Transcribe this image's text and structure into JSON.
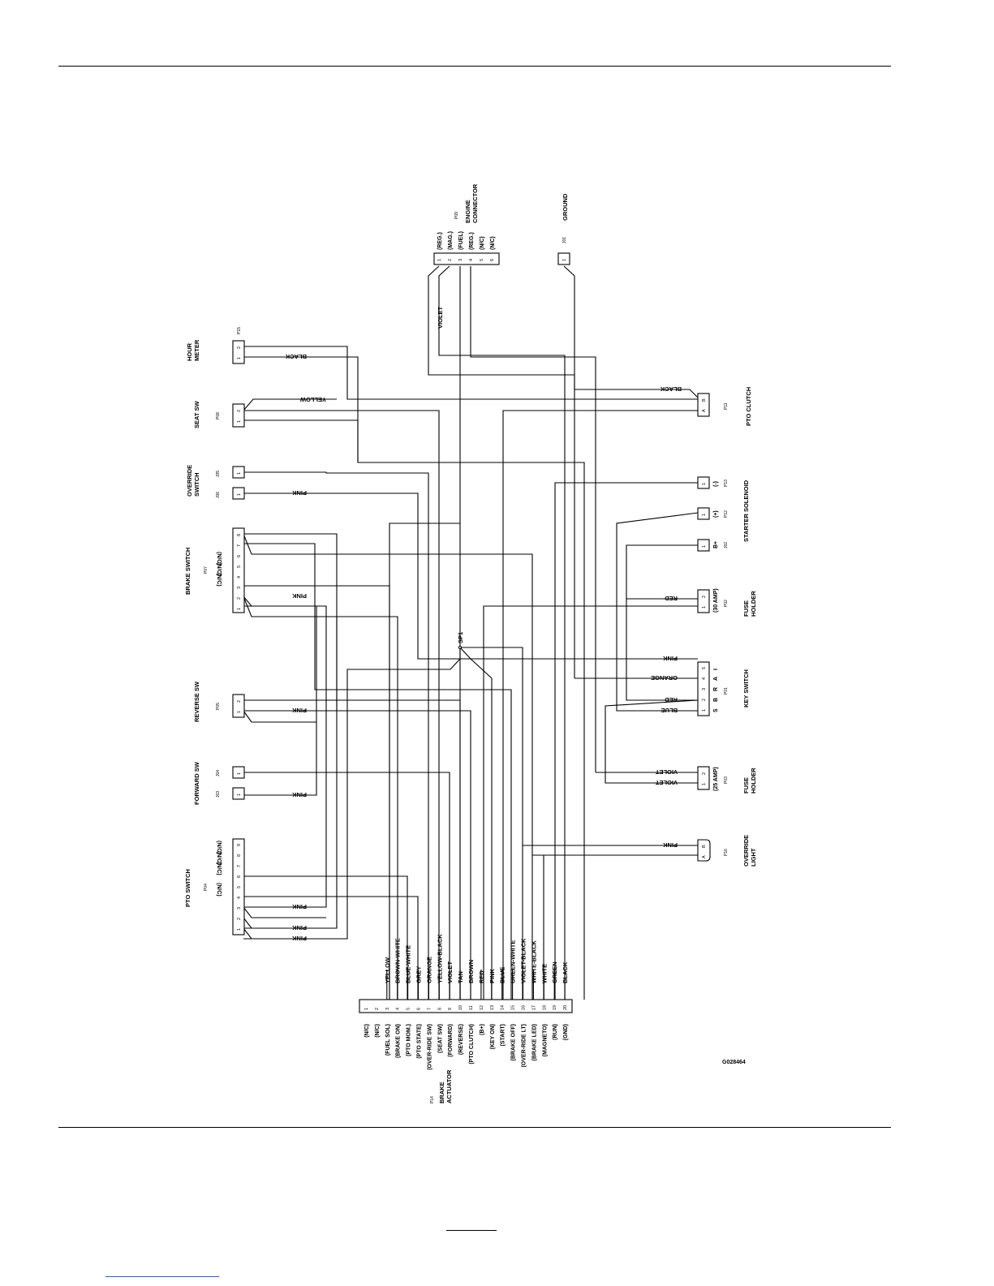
{
  "figure_id": "G028464",
  "splice": "SP1",
  "connectors": {
    "engine": {
      "ref": "P09",
      "title": [
        "ENGINE",
        "CONNECTOR"
      ],
      "pins": [
        "1",
        "2",
        "3",
        "4",
        "5",
        "6"
      ],
      "pin_labels": [
        "(REG.)",
        "(MAG.)",
        "(FUEL)",
        "(REG.)",
        "(N/C)",
        "(N/C)"
      ]
    },
    "ground": {
      "ref": "J01",
      "title": [
        "GROUND"
      ],
      "pins": [
        "1"
      ]
    },
    "hour_meter": {
      "ref": "P15",
      "title": [
        "HOUR",
        "METER"
      ],
      "pins": [
        "1",
        "2"
      ]
    },
    "seat_sw": {
      "ref": "P08",
      "title": [
        "SEAT SW"
      ],
      "pins": [
        "1",
        "2"
      ]
    },
    "override_switch": {
      "title": [
        "OVERRIDE",
        "SWITCH"
      ],
      "refs": [
        "J05",
        "J06"
      ],
      "pins": [
        "1",
        "1"
      ]
    },
    "brake_switch": {
      "ref": "P07",
      "title": [
        "BRAKE SWITCH"
      ],
      "pins": [
        "1",
        "2",
        "3",
        "4",
        "5",
        "6",
        "7",
        "8"
      ],
      "pin_labels": [
        "(N/C)",
        "(N/C)",
        "(N/C)"
      ]
    },
    "reverse_sw": {
      "ref": "P05",
      "title": [
        "REVERSE SW"
      ],
      "pins": [
        "1",
        "2"
      ]
    },
    "forward_sw": {
      "title": [
        "FORWARD SW"
      ],
      "refs": [
        "J04",
        "J03"
      ],
      "pins": [
        "1",
        "1"
      ]
    },
    "pto_switch": {
      "ref": "P04",
      "title": [
        "PTO SWITCH"
      ],
      "pins": [
        "1",
        "2",
        "3",
        "4",
        "5",
        "6",
        "7",
        "8",
        "9"
      ],
      "pin_labels": [
        "(N/C)",
        "(N/C)",
        "(N/C)",
        "(N/C)"
      ]
    },
    "pto_clutch": {
      "ref": "P11",
      "title": [
        "PTO CLUTCH"
      ],
      "pins": [
        "A",
        "B"
      ]
    },
    "starter_solenoid": {
      "title": [
        "STARTER SOLENOID"
      ],
      "refs": [
        "P13",
        "P12",
        "J02"
      ],
      "pins": [
        "1",
        "1",
        "1"
      ],
      "pin_labels": [
        "(-)",
        "(+)",
        "B+"
      ]
    },
    "fuse_holder_30": {
      "ref": "P02",
      "title": [
        "FUSE",
        "HOLDER"
      ],
      "pins": [
        "1",
        "2"
      ],
      "rating": "(30 AMP)"
    },
    "key_switch": {
      "ref": "P01",
      "title": [
        "KEY SWITCH"
      ],
      "pins": [
        "1",
        "2",
        "3",
        "4",
        "5"
      ],
      "letters": [
        "S",
        "B",
        "R",
        "A",
        "I"
      ]
    },
    "fuse_holder_25": {
      "ref": "P03",
      "title": [
        "FUSE",
        "HOLDER"
      ],
      "pins": [
        "1",
        "2"
      ],
      "rating": "(25 AMP)"
    },
    "override_light": {
      "ref": "P16",
      "title": [
        "OVERRIDE",
        "LIGHT"
      ],
      "pins": [
        "A",
        "B"
      ]
    },
    "brake_actuator": {
      "ref": "P14",
      "title": [
        "BRAKE",
        "ACTUATOR"
      ]
    }
  },
  "actuator_pins": [
    {
      "pin": "1",
      "signal": "(N/C)",
      "wire": ""
    },
    {
      "pin": "2",
      "signal": "(N/C)",
      "wire": ""
    },
    {
      "pin": "3",
      "signal": "(FUEL SOL)",
      "wire": "YELLOW"
    },
    {
      "pin": "4",
      "signal": "(BRAKE ON)",
      "wire": "BROWN-WHITE"
    },
    {
      "pin": "5",
      "signal": "(PTO MOM.)",
      "wire": "BLUE-WHITE"
    },
    {
      "pin": "6",
      "signal": "(PTO STATE)",
      "wire": "GREY"
    },
    {
      "pin": "7",
      "signal": "(OVER-RIDE SW)",
      "wire": "ORANGE"
    },
    {
      "pin": "8",
      "signal": "(SEAT SW)",
      "wire": "YELLOW-BLACK"
    },
    {
      "pin": "9",
      "signal": "(FORWARD)",
      "wire": "VIOLET"
    },
    {
      "pin": "10",
      "signal": "(REVERSE)",
      "wire": "TAN"
    },
    {
      "pin": "11",
      "signal": "(PTO CLUTCH)",
      "wire": "BROWN"
    },
    {
      "pin": "12",
      "signal": "(B+)",
      "wire": "RED"
    },
    {
      "pin": "13",
      "signal": "(KEY ON)",
      "wire": "PINK"
    },
    {
      "pin": "14",
      "signal": "(START)",
      "wire": "BLUE"
    },
    {
      "pin": "15",
      "signal": "(BRAKE OFF)",
      "wire": "GREEN-WHITE"
    },
    {
      "pin": "16",
      "signal": "(OVER-RIDE LT)",
      "wire": "VIOLET-BLACK"
    },
    {
      "pin": "17",
      "signal": "(BRAKE LED)",
      "wire": "WHITE-BLACK"
    },
    {
      "pin": "18",
      "signal": "(MAGNETO)",
      "wire": "WHITE"
    },
    {
      "pin": "19",
      "signal": "(RUN)",
      "wire": "GREEN"
    },
    {
      "pin": "20",
      "signal": "(GND)",
      "wire": "BLACK"
    }
  ],
  "wire_labels": {
    "violet": "VIOLET",
    "black": "BLACK",
    "yellow": "YELLOW",
    "pink": "PINK",
    "red": "RED",
    "orange": "ORANGE",
    "blue": "BLUE"
  }
}
